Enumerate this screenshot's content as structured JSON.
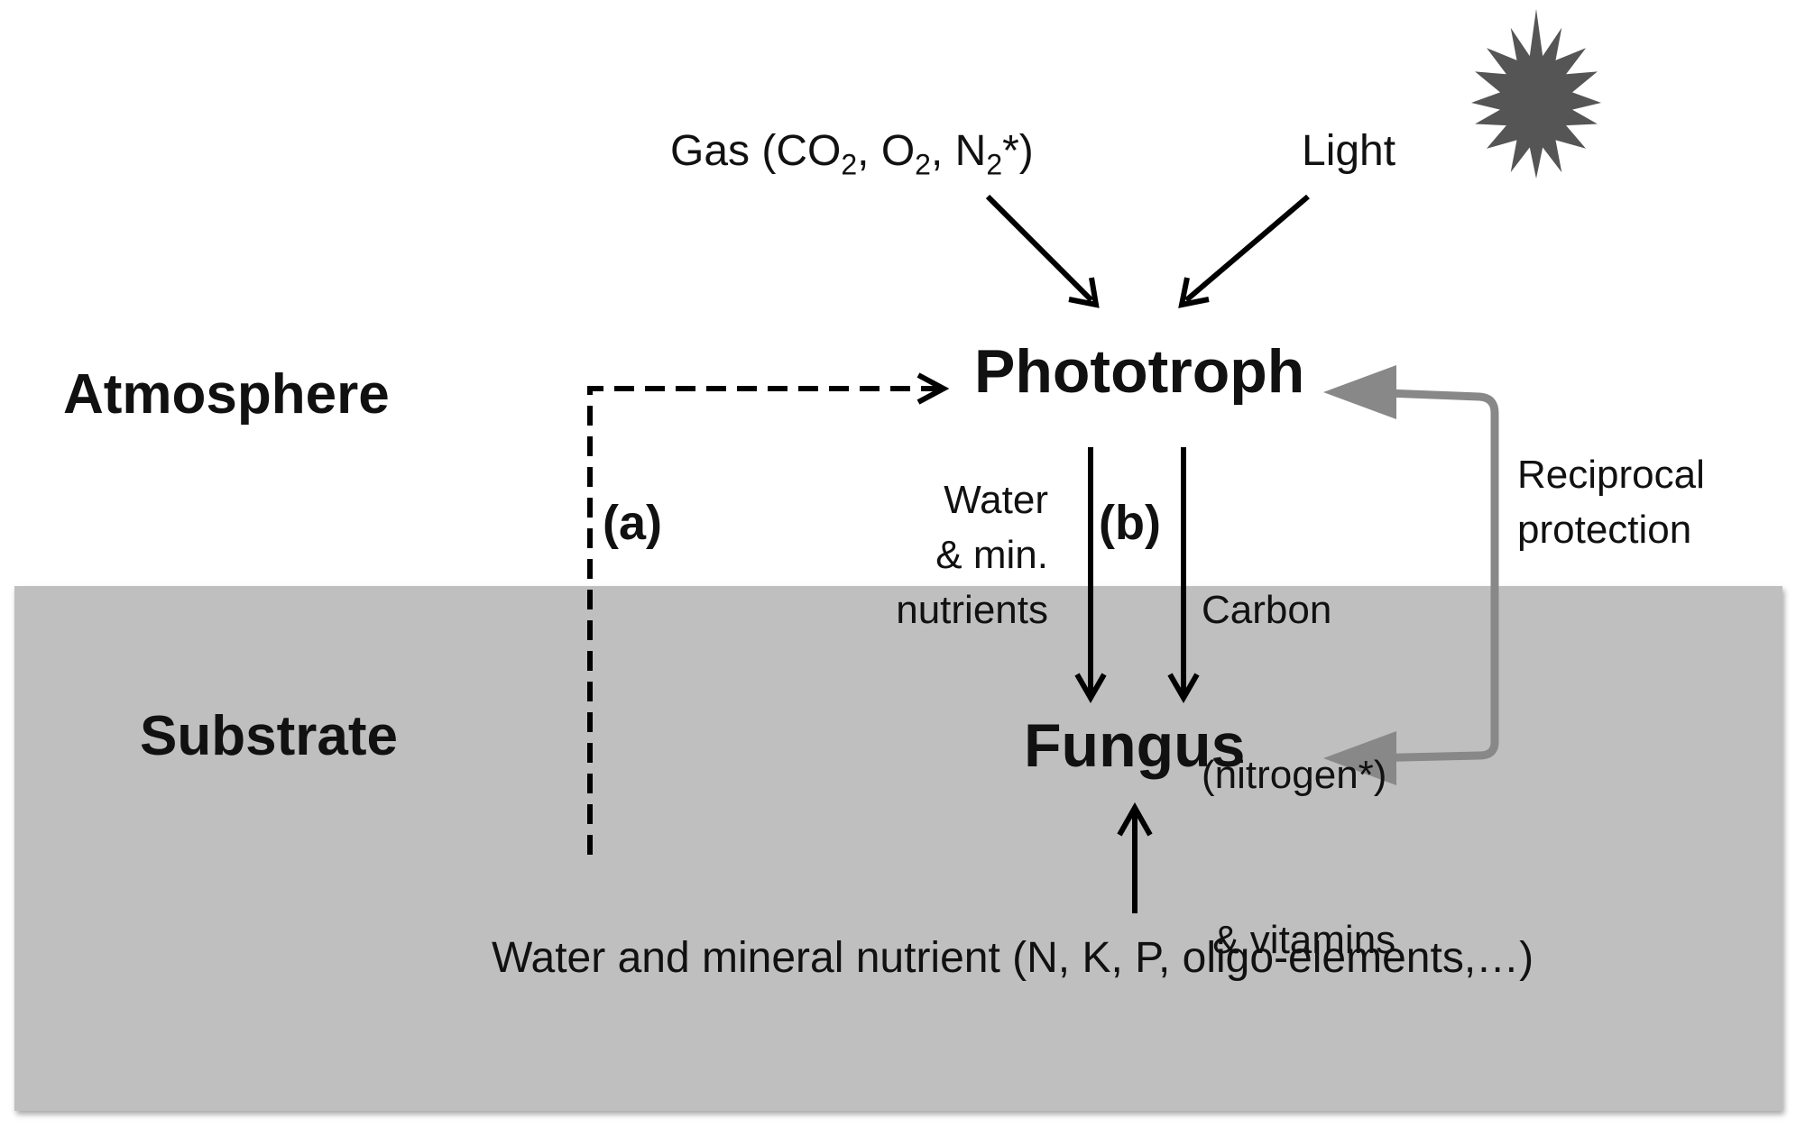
{
  "zones": {
    "atmosphere": "Atmosphere",
    "substrate": "Substrate"
  },
  "nodes": {
    "phototroph": "Phototroph",
    "fungus": "Fungus"
  },
  "inputs": {
    "gas_prefix": "Gas (CO",
    "gas_sub1": "2",
    "gas_mid1": ",  O",
    "gas_sub2": "2",
    "gas_mid2": ", N",
    "gas_sub3": "2",
    "gas_suffix": "*)",
    "light": "Light",
    "bottom": "Water and mineral nutrient (N, K, P, oligo-elements,…)"
  },
  "pathways": {
    "a": "(a)",
    "b": "(b)"
  },
  "flows": {
    "to_fungus_lines": [
      "Water",
      "& min.",
      "nutrients"
    ],
    "to_phototroph_lines": [
      "Carbon",
      "(nitrogen*)",
      " & vitamins"
    ],
    "reciprocal_lines": [
      "Reciprocal",
      "protection"
    ]
  }
}
